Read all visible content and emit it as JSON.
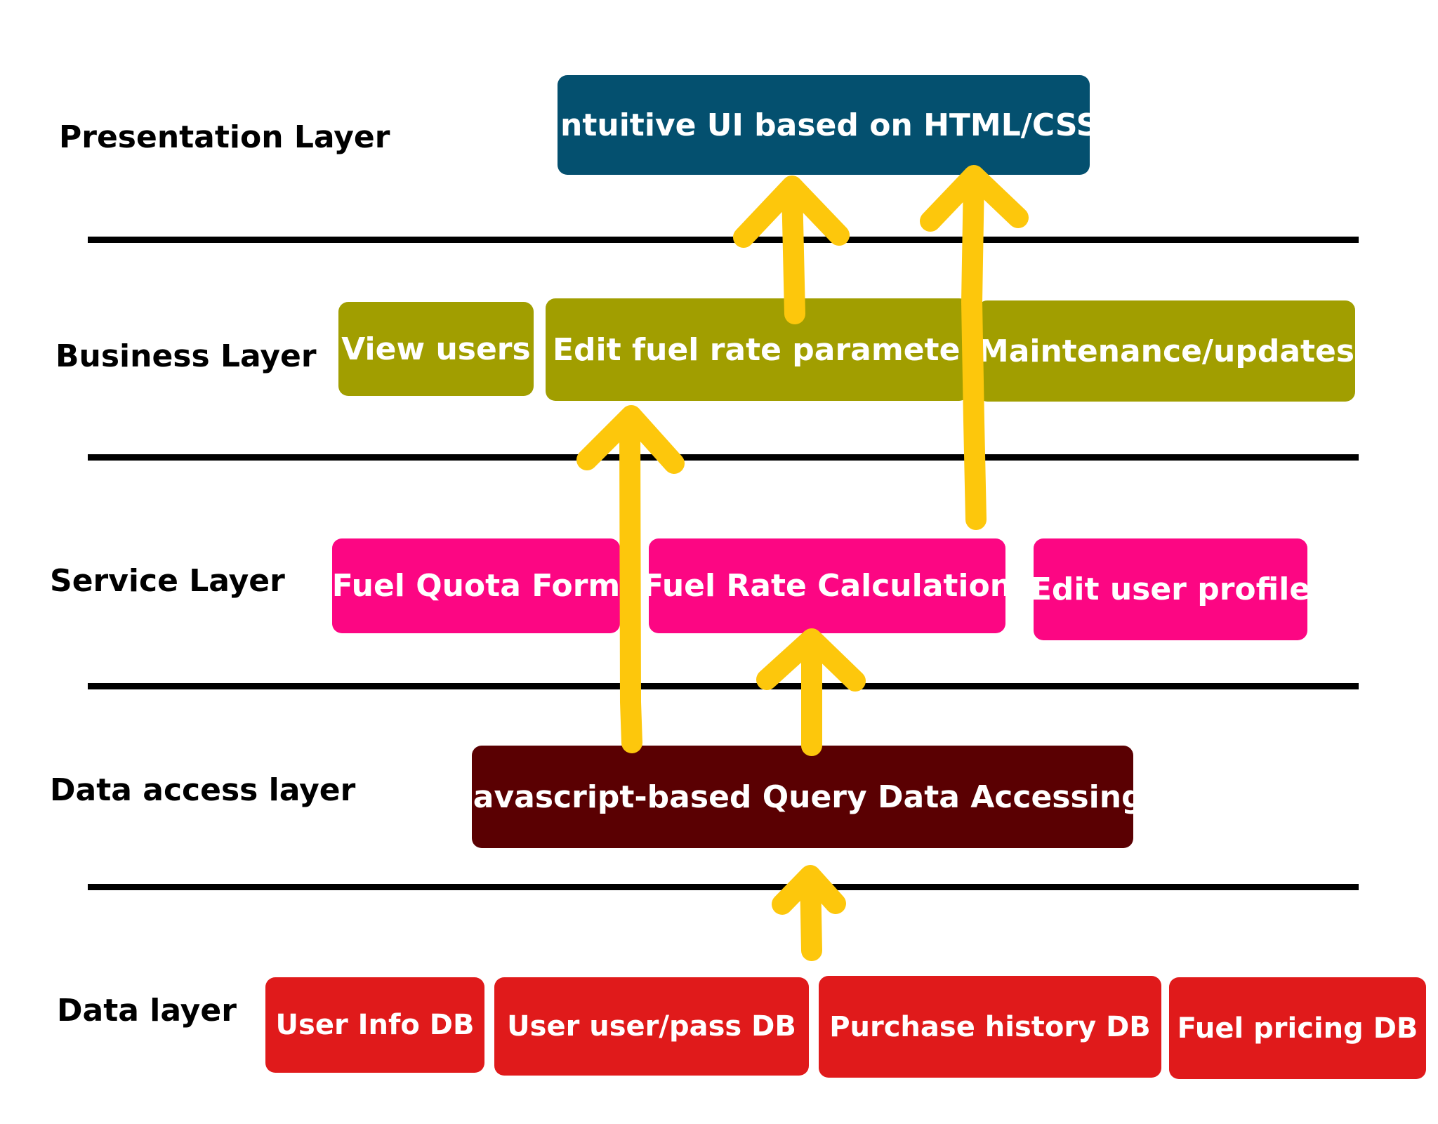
{
  "colors": {
    "presentation": "#04506f",
    "business": "#a19e00",
    "service": "#fc0683",
    "data_access": "#5a0002",
    "data": "#e01a1b",
    "arrow": "#fdc70c"
  },
  "layers": {
    "presentation": {
      "label": "Presentation Layer",
      "boxes": [
        "Intuitive UI based on HTML/CSS"
      ]
    },
    "business": {
      "label": "Business Layer",
      "boxes": [
        "View users",
        "Edit fuel rate parameters",
        "Maintenance/updates"
      ]
    },
    "service": {
      "label": "Service Layer",
      "boxes": [
        "Fuel Quota Form",
        "Fuel Rate Calculation",
        "Edit user profile"
      ]
    },
    "data_access": {
      "label": "Data access layer",
      "boxes": [
        "Javascript-based Query Data Accessing"
      ]
    },
    "data": {
      "label": "Data layer",
      "boxes": [
        "User Info DB",
        "User user/pass DB",
        "Purchase history DB",
        "Fuel pricing DB"
      ]
    }
  }
}
